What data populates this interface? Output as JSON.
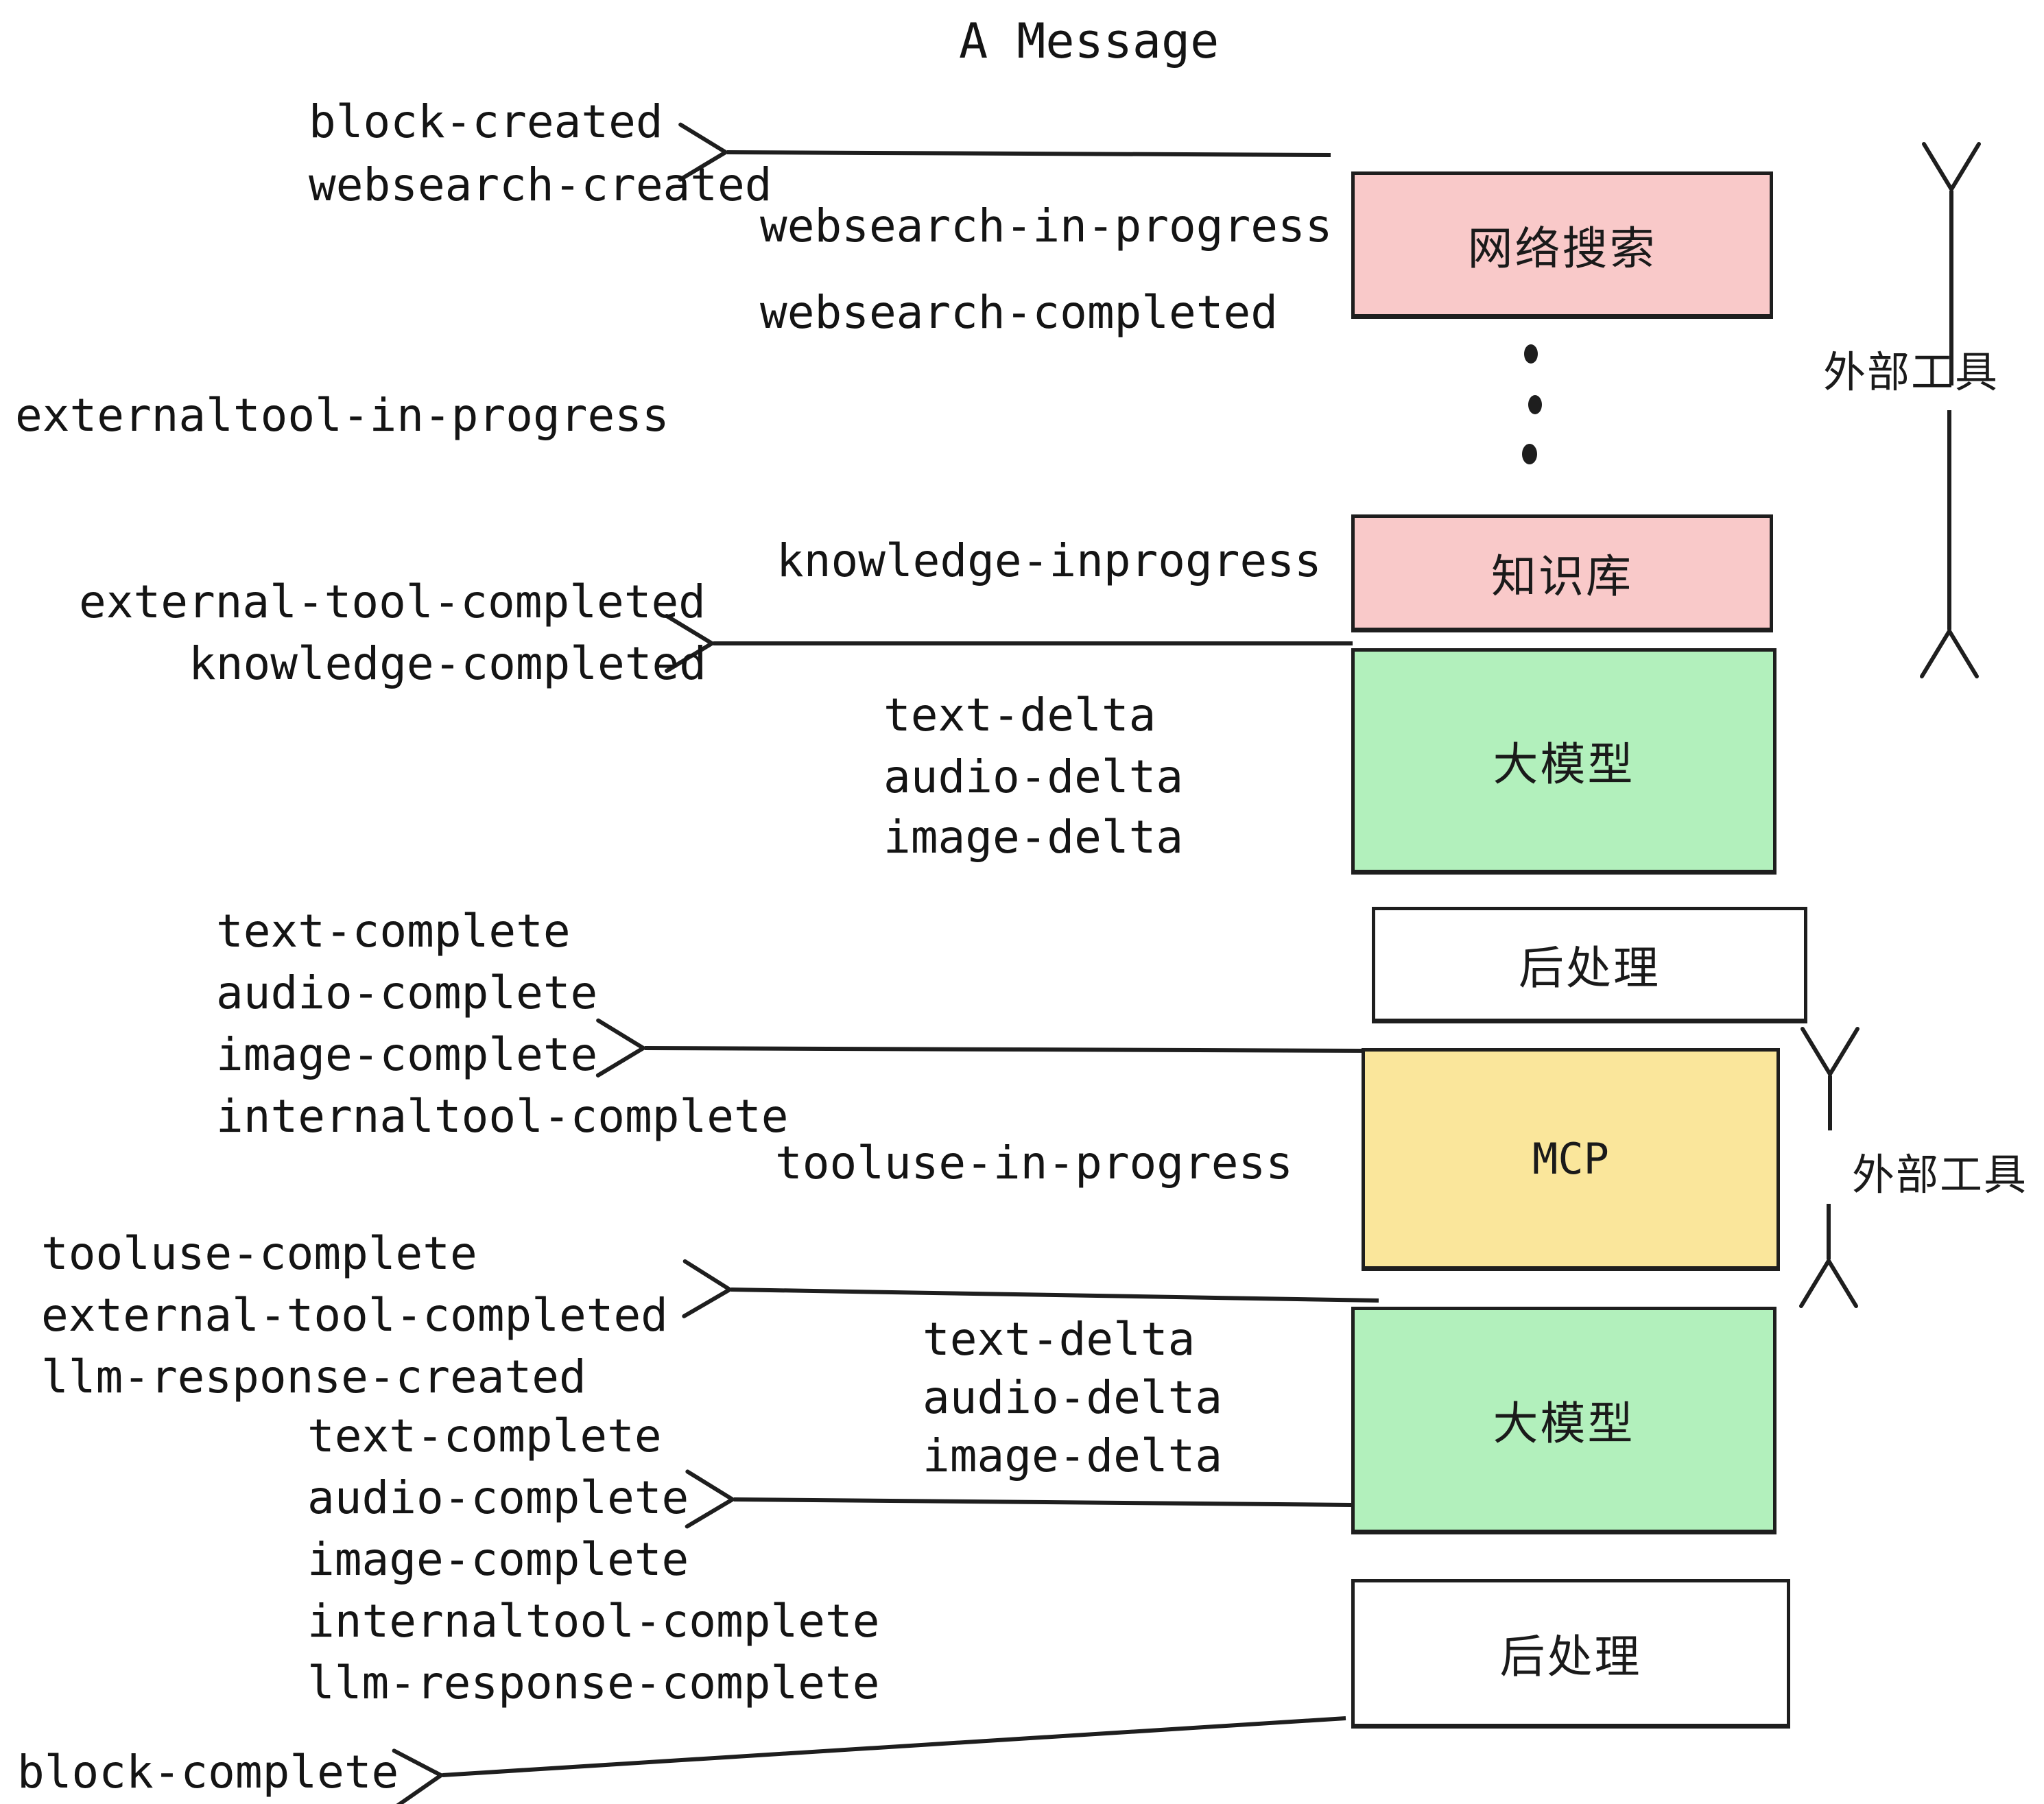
{
  "title": "A Message",
  "colors": {
    "box_pink": "#F9C9C9",
    "box_green": "#B2F0BC",
    "box_yellow": "#FAE69B",
    "box_white": "#FFFFFF",
    "stroke": "#1E1E1E",
    "text": "#141414"
  },
  "boxes": [
    {
      "id": "websearch",
      "label": "网络搜索",
      "color": "#F9C9C9"
    },
    {
      "id": "knowledge",
      "label": "知识库",
      "color": "#F9C9C9"
    },
    {
      "id": "llm-1",
      "label": "大模型",
      "color": "#B2F0BC"
    },
    {
      "id": "postprocess-1",
      "label": "后处理",
      "color": "#FFFFFF"
    },
    {
      "id": "mcp",
      "label": "MCP",
      "color": "#FAE69B"
    },
    {
      "id": "llm-2",
      "label": "大模型",
      "color": "#B2F0BC"
    },
    {
      "id": "postprocess-2",
      "label": "后处理",
      "color": "#FFFFFF"
    }
  ],
  "side_labels": [
    {
      "id": "external-tools-top",
      "text": "外部工具"
    },
    {
      "id": "external-tools-mid",
      "text": "外部工具"
    }
  ],
  "events": [
    {
      "text": "block-created"
    },
    {
      "text": "websearch-created"
    },
    {
      "text": "websearch-in-progress"
    },
    {
      "text": "websearch-completed"
    },
    {
      "text": "externaltool-in-progress"
    },
    {
      "text": "knowledge-inprogress"
    },
    {
      "text": "external-tool-completed"
    },
    {
      "text": "knowledge-completed"
    },
    {
      "text": "text-delta"
    },
    {
      "text": "audio-delta"
    },
    {
      "text": "image-delta"
    },
    {
      "text": "text-complete"
    },
    {
      "text": "audio-complete"
    },
    {
      "text": "image-complete"
    },
    {
      "text": "internaltool-complete"
    },
    {
      "text": "tooluse-in-progress"
    },
    {
      "text": "tooluse-complete"
    },
    {
      "text": "external-tool-completed"
    },
    {
      "text": "llm-response-created"
    },
    {
      "text": "text-delta"
    },
    {
      "text": "audio-delta"
    },
    {
      "text": "image-delta"
    },
    {
      "text": "text-complete"
    },
    {
      "text": "audio-complete"
    },
    {
      "text": "image-complete"
    },
    {
      "text": "internaltool-complete"
    },
    {
      "text": "llm-response-complete"
    },
    {
      "text": "block-complete"
    }
  ]
}
